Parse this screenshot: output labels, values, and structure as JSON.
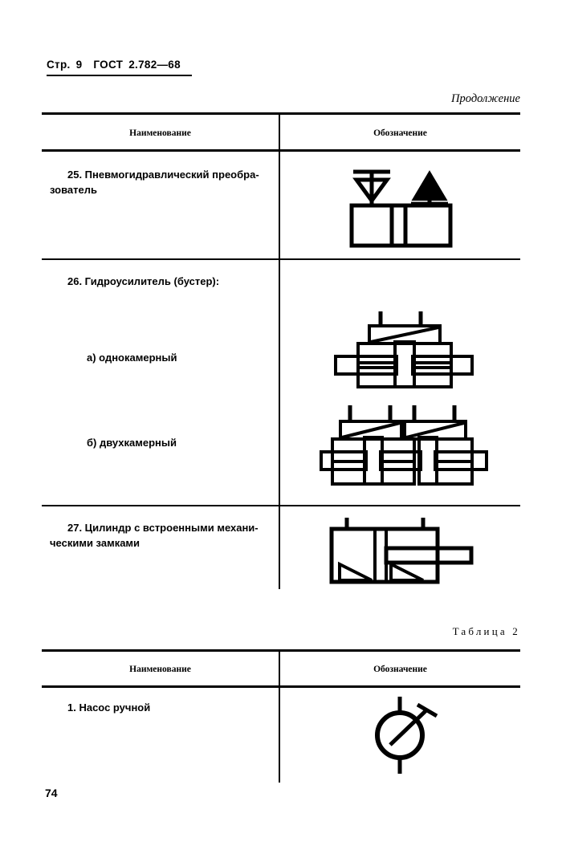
{
  "header": {
    "page_label": "Стр.",
    "page_number": "9",
    "standard_prefix": "ГОСТ",
    "standard_number": "2.782—68",
    "full": "Стр. 9 ГОСТ 2.782—68"
  },
  "continuation_label": "Продолжение",
  "table_1": {
    "columns": [
      "Наименование",
      "Обозначение"
    ],
    "rows": [
      {
        "number": "25.",
        "name_line_1": "25. Пневмогидравлический преобра-",
        "name_line_2": "зователь",
        "symbol": "pneumo-hydraulic-converter-symbol"
      },
      {
        "number": "26.",
        "name_line_1": "26. Гидроусилитель (бустер):",
        "sub_items": [
          {
            "label": "а) однокамерный",
            "symbol": "single-chamber-booster-symbol"
          },
          {
            "label": "б) двухкамерный",
            "symbol": "double-chamber-booster-symbol"
          }
        ]
      },
      {
        "number": "27.",
        "name_line_1": "27. Цилиндр с встроенными механи-",
        "name_line_2": "ческими замками",
        "symbol": "cylinder-with-mechanical-locks-symbol"
      }
    ]
  },
  "table_2": {
    "caption": "Таблица 2",
    "columns": [
      "Наименование",
      "Обозначение"
    ],
    "rows": [
      {
        "number": "1.",
        "name_line_1": "1. Насос ручной",
        "symbol": "hand-pump-symbol"
      }
    ]
  },
  "footer": {
    "page_number": "74"
  },
  "colors": {
    "ink": "#000000",
    "paper": "#ffffff"
  }
}
